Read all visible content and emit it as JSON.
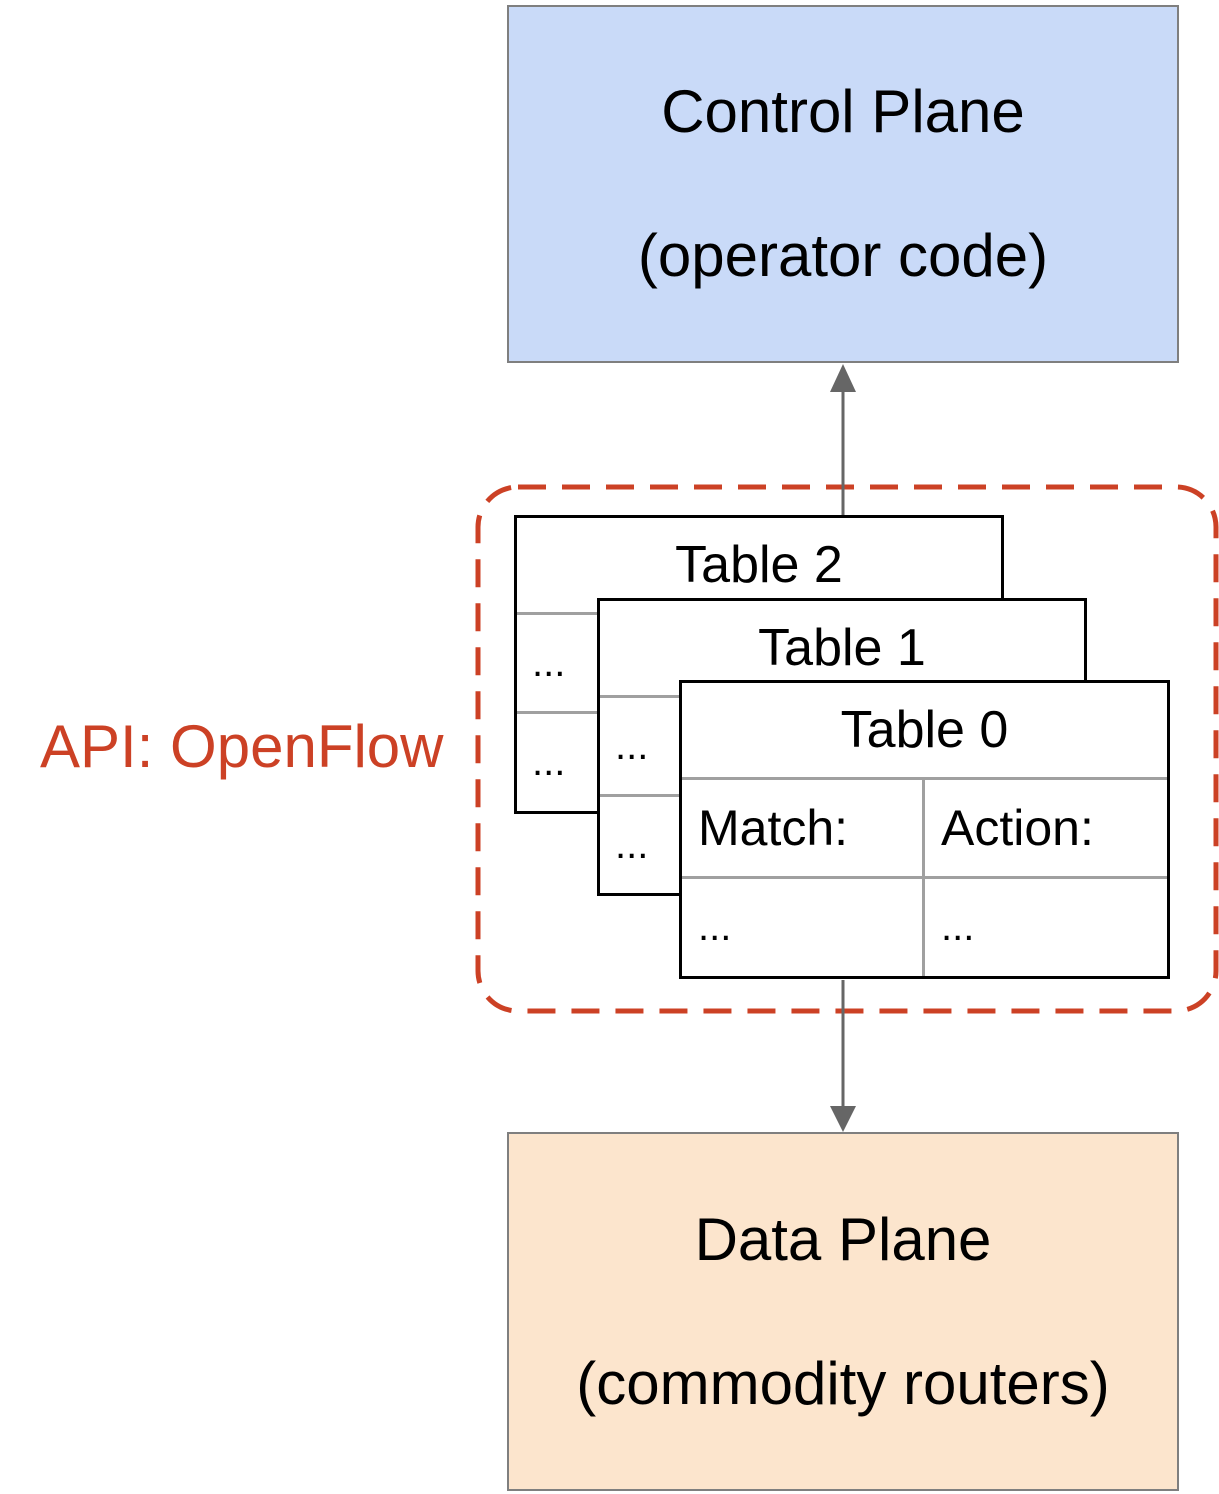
{
  "control_plane": {
    "title": "Control Plane",
    "subtitle": "(operator code)",
    "fill_color": "#c9daf8"
  },
  "data_plane": {
    "title": "Data Plane",
    "subtitle": "(commodity routers)",
    "fill_color": "#fce5cd"
  },
  "api": {
    "label": "API: OpenFlow",
    "color": "#cc4125"
  },
  "tables": {
    "table_2": {
      "title": "Table 2",
      "rows": [
        "...",
        "..."
      ]
    },
    "table_1": {
      "title": "Table 1",
      "rows": [
        "...",
        "..."
      ]
    },
    "table_0": {
      "title": "Table 0",
      "match_header": "Match:",
      "action_header": "Action:",
      "match_value": "...",
      "action_value": "..."
    }
  }
}
